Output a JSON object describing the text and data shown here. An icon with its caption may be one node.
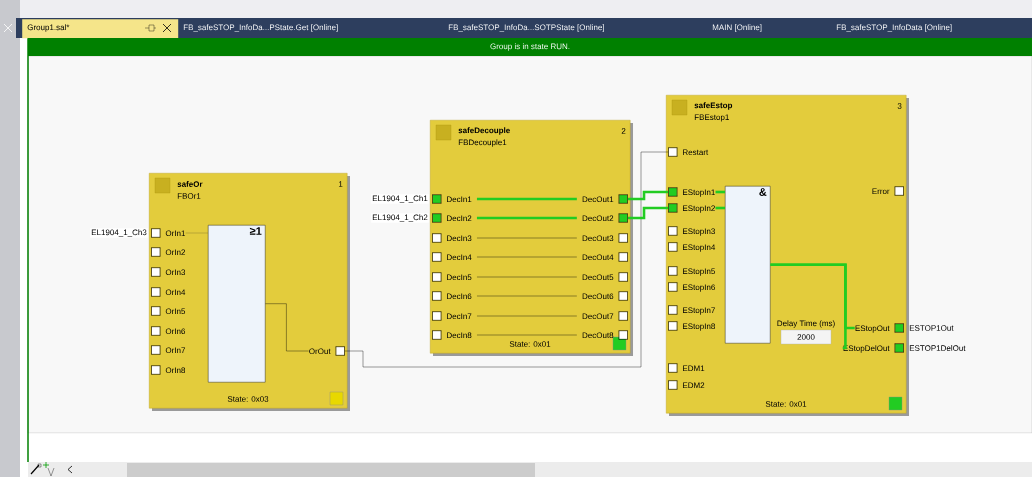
{
  "diagram": {
    "nodes": [
      {
        "text": [
          "safeOr",
          "FBOr1",
          "1",
          "State: 0x03"
        ]
      },
      {
        "text": [
          "OrIn1"
        ],
        "in": 0,
        "beside": [
          "EL1904_1_Ch3"
        ]
      },
      {
        "text": [
          "OrIn2"
        ],
        "in": 0
      },
      {
        "text": [
          "OrIn3"
        ],
        "in": 0
      },
      {
        "text": [
          "OrIn4"
        ],
        "in": 0
      },
      {
        "text": [
          "OrIn5"
        ],
        "in": 0
      },
      {
        "text": [
          "OrIn6"
        ],
        "in": 0
      },
      {
        "text": [
          "OrIn7"
        ],
        "in": 0
      },
      {
        "text": [
          "OrIn8"
        ],
        "in": 0
      },
      {
        "text": [
          "≥1"
        ],
        "in": 0
      },
      {
        "text": [
          "OrOut"
        ],
        "in": 0
      },
      {
        "text": [
          "safeDecouple",
          "FBDecouple1",
          "2",
          "State: 0x01"
        ]
      },
      {
        "text": [
          "DecIn1"
        ],
        "in": 11,
        "beside": [
          "EL1904_1_Ch1"
        ]
      },
      {
        "text": [
          "DecIn2"
        ],
        "in": 11,
        "beside": [
          "EL1904_1_Ch2"
        ]
      },
      {
        "text": [
          "DecIn3"
        ],
        "in": 11
      },
      {
        "text": [
          "DecIn4"
        ],
        "in": 11
      },
      {
        "text": [
          "DecIn5"
        ],
        "in": 11
      },
      {
        "text": [
          "DecIn6"
        ],
        "in": 11
      },
      {
        "text": [
          "DecIn7"
        ],
        "in": 11
      },
      {
        "text": [
          "DecIn8"
        ],
        "in": 11
      },
      {
        "text": [
          "DecOut1"
        ],
        "in": 11
      },
      {
        "text": [
          "DecOut2"
        ],
        "in": 11
      },
      {
        "text": [
          "DecOut3"
        ],
        "in": 11
      },
      {
        "text": [
          "DecOut4"
        ],
        "in": 11
      },
      {
        "text": [
          "DecOut5"
        ],
        "in": 11
      },
      {
        "text": [
          "DecOut6"
        ],
        "in": 11
      },
      {
        "text": [
          "DecOut7"
        ],
        "in": 11
      },
      {
        "text": [
          "DecOut8"
        ],
        "in": 11
      },
      {
        "text": [
          "safeEstop",
          "FBEstop1",
          "3",
          "State: 0x01"
        ]
      },
      {
        "text": [
          "Restart"
        ],
        "in": 28
      },
      {
        "text": [
          "EStopIn1"
        ],
        "in": 28
      },
      {
        "text": [
          "EStopIn2"
        ],
        "in": 28
      },
      {
        "text": [
          "EStopIn3"
        ],
        "in": 28
      },
      {
        "text": [
          "EStopIn4"
        ],
        "in": 28
      },
      {
        "text": [
          "EStopIn5"
        ],
        "in": 28
      },
      {
        "text": [
          "EStopIn6"
        ],
        "in": 28
      },
      {
        "text": [
          "EStopIn7"
        ],
        "in": 28
      },
      {
        "text": [
          "EStopIn8"
        ],
        "in": 28
      },
      {
        "text": [
          "EDM1"
        ],
        "in": 28
      },
      {
        "text": [
          "EDM2"
        ],
        "in": 28
      },
      {
        "text": [
          "&"
        ],
        "in": 28
      },
      {
        "text": [
          "Error"
        ],
        "in": 28
      },
      {
        "text": [
          "2000"
        ],
        "in": 28,
        "beside": [
          "Delay Time (ms)"
        ]
      },
      {
        "text": [
          "EStopOut"
        ],
        "in": 28,
        "beside": [
          "ESTOP1Out"
        ]
      },
      {
        "text": [
          "EStopDelOut"
        ],
        "in": 28,
        "beside": [
          "ESTOP1DelOut"
        ]
      }
    ],
    "edges": [
      {
        "from": 1,
        "to": 9,
        "arrow": "none",
        "color": "#7a6a2a"
      },
      {
        "from": 9,
        "to": 10,
        "arrow": "none"
      },
      {
        "from": 10,
        "to": 29,
        "arrow": "none"
      },
      {
        "from": 12,
        "to": 20,
        "arrow": "none",
        "style": "thick",
        "color": "#22cc22"
      },
      {
        "from": 13,
        "to": 21,
        "arrow": "none",
        "style": "thick",
        "color": "#22cc22"
      },
      {
        "from": 14,
        "to": 22,
        "arrow": "none"
      },
      {
        "from": 15,
        "to": 23,
        "arrow": "none"
      },
      {
        "from": 16,
        "to": 24,
        "arrow": "none"
      },
      {
        "from": 17,
        "to": 25,
        "arrow": "none"
      },
      {
        "from": 18,
        "to": 26,
        "arrow": "none"
      },
      {
        "from": 19,
        "to": 27,
        "arrow": "none"
      },
      {
        "from": 20,
        "to": 30,
        "arrow": "none",
        "style": "thick",
        "color": "#22cc22"
      },
      {
        "from": 21,
        "to": 31,
        "arrow": "none",
        "style": "thick",
        "color": "#22cc22"
      },
      {
        "from": 30,
        "to": 40,
        "arrow": "none",
        "style": "thick",
        "color": "#22cc22"
      },
      {
        "from": 31,
        "to": 40,
        "arrow": "none",
        "style": "thick",
        "color": "#22cc22"
      },
      {
        "from": 40,
        "to": 43,
        "arrow": "none",
        "style": "thick",
        "color": "#22cc22"
      },
      {
        "from": 40,
        "to": 44,
        "arrow": "none",
        "style": "thick",
        "color": "#22cc22"
      }
    ],
    "labels": [
      "Group1.sal*",
      "FB_safeSTOP_InfoDa...PState.Get [Online]",
      "FB_safeSTOP_InfoDa...SOTPState [Online]",
      "MAIN [Online]",
      "FB_safeSTOP_InfoData [Online]",
      "Group is in state RUN."
    ]
  }
}
